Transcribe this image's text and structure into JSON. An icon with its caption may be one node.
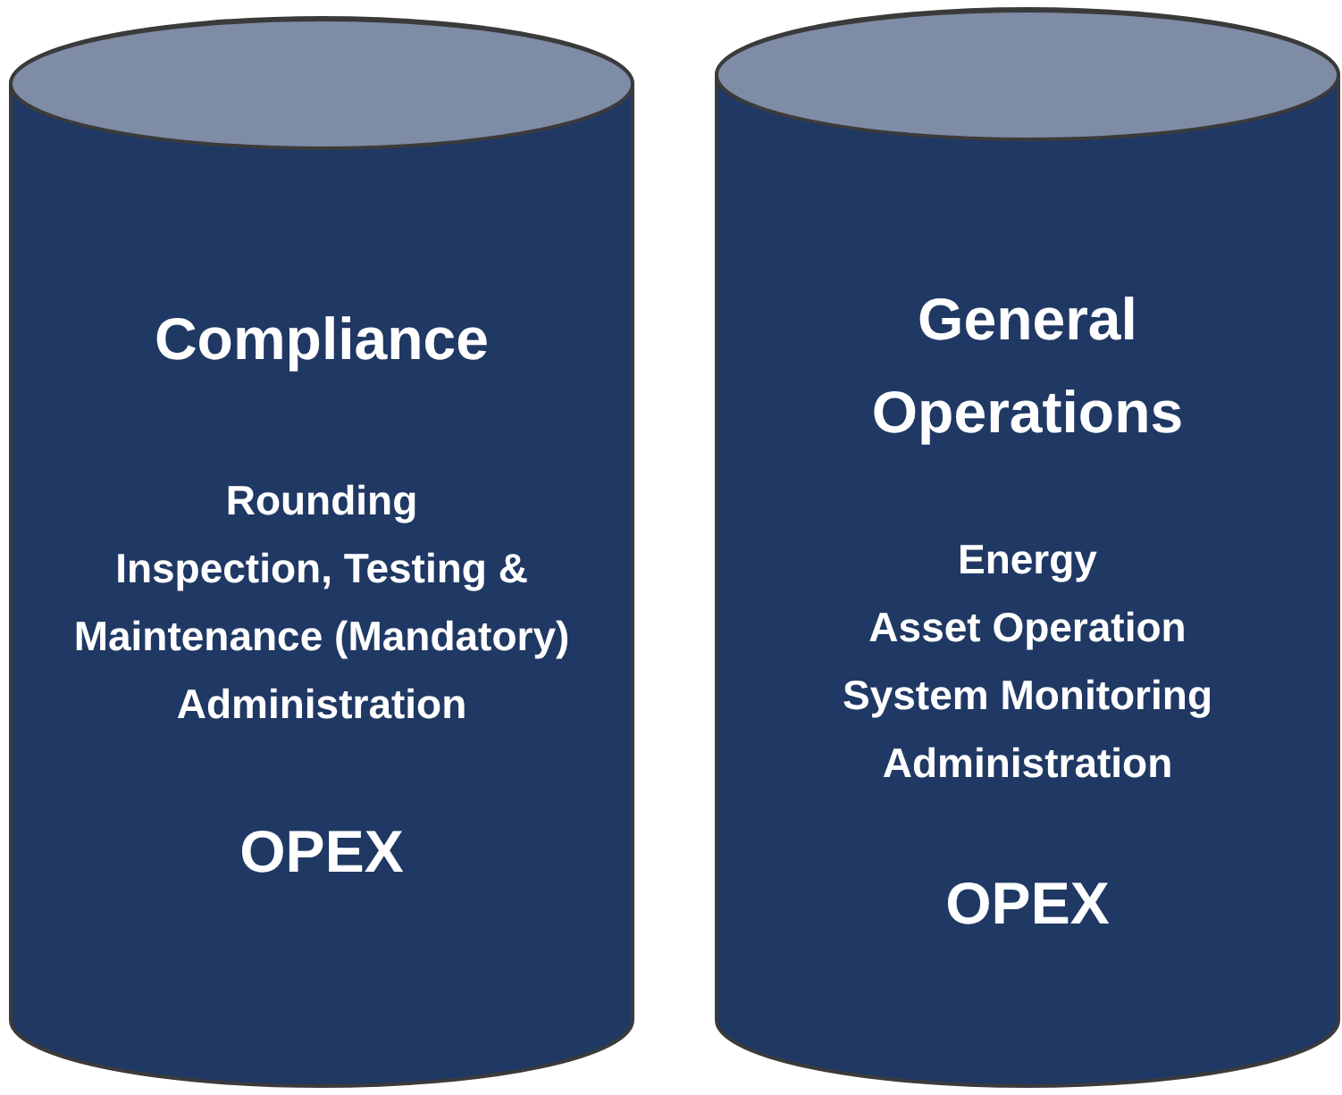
{
  "diagram": {
    "nodes": [
      {
        "text": [
          "Compliance",
          "Rounding",
          "Inspection, Testing & Maintenance (Mandatory)",
          "Administration",
          "OPEX"
        ]
      },
      {
        "text": [
          "General Operations",
          "Energy",
          "Asset Operation",
          "System Monitoring",
          "Administration",
          "OPEX"
        ]
      }
    ]
  }
}
